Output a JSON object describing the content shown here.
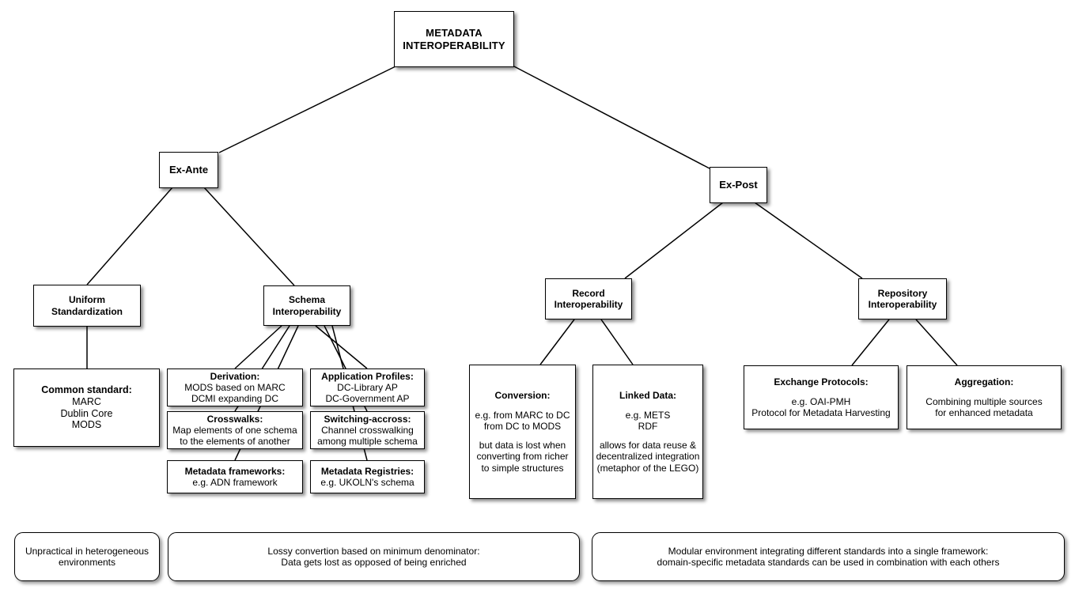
{
  "diagram": {
    "title": "METADATA INTEROPERABILITY",
    "root": {
      "label_line1": "METADATA",
      "label_line2": "INTEROPERABILITY"
    },
    "branches": {
      "ex_ante": {
        "label": "Ex-Ante"
      },
      "ex_post": {
        "label": "Ex-Post"
      }
    },
    "categories": {
      "uniform_standardization": {
        "line1": "Uniform",
        "line2": "Standardization"
      },
      "schema_interoperability": {
        "line1": "Schema",
        "line2": "Interoperability"
      },
      "record_interoperability": {
        "line1": "Record",
        "line2": "Interoperability"
      },
      "repository_interoperability": {
        "line1": "Repository",
        "line2": "Interoperability"
      }
    },
    "leaves": {
      "common_standard": {
        "heading": "Common standard:",
        "l1": "MARC",
        "l2": "Dublin Core",
        "l3": "MODS"
      },
      "derivation": {
        "heading": "Derivation:",
        "l1": "MODS based on MARC",
        "l2": "DCMI expanding DC"
      },
      "crosswalks": {
        "heading": "Crosswalks:",
        "l1": "Map elements of one schema",
        "l2": "to the elements of another"
      },
      "metadata_frameworks": {
        "heading": "Metadata frameworks:",
        "l1": "e.g. ADN framework"
      },
      "application_profiles": {
        "heading": "Application Profiles:",
        "l1": "DC-Library AP",
        "l2": "DC-Government AP"
      },
      "switching_accross": {
        "heading": "Switching-accross:",
        "l1": "Channel crosswalking",
        "l2": "among multiple schema"
      },
      "metadata_registries": {
        "heading": "Metadata Registries:",
        "l1": "e.g. UKOLN's schema"
      },
      "conversion": {
        "heading": "Conversion:",
        "l1": "e.g. from MARC to DC",
        "l2": "from DC to MODS",
        "l3": "but data is lost when",
        "l4": "converting from richer",
        "l5": "to simple structures"
      },
      "linked_data": {
        "heading": "Linked Data:",
        "l1": "e.g. METS",
        "l2": "RDF",
        "l3": "allows for data reuse &",
        "l4": "decentralized integration",
        "l5": "(metaphor of the LEGO)"
      },
      "exchange_protocols": {
        "heading": "Exchange Protocols:",
        "l1": "e.g. OAI-PMH",
        "l2": "Protocol for Metadata Harvesting"
      },
      "aggregation": {
        "heading": "Aggregation:",
        "l1": "Combining multiple sources",
        "l2": "for enhanced metadata"
      }
    },
    "summaries": {
      "unpractical": {
        "l1": "Unpractical in heterogeneous",
        "l2": "environments"
      },
      "lossy": {
        "l1": "Lossy convertion based on minimum denominator:",
        "l2": "Data gets lost as opposed of being enriched"
      },
      "modular": {
        "l1": "Modular environment integrating different standards into a single framework:",
        "l2": "domain-specific metadata standards can be used in combination with each others"
      }
    },
    "style": {
      "background": "#ffffff",
      "node_fill": "#ffffff",
      "stroke": "#000000",
      "text": "#000000"
    }
  }
}
